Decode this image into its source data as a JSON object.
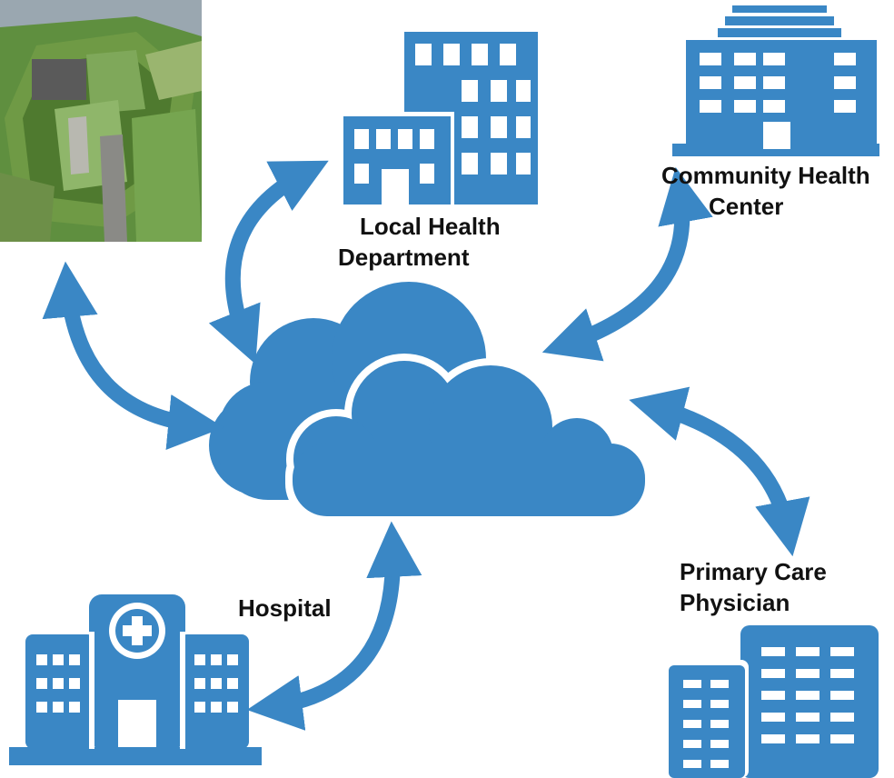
{
  "colors": {
    "primary_blue": "#3a87c5",
    "window_white": "#ffffff",
    "label_text": "#111111"
  },
  "photo": {
    "description_icon": "aerial-fort-photo"
  },
  "nodes": {
    "local_health_department": {
      "line1": "Local Health",
      "line2": "Department",
      "icon": "office-buildings-icon"
    },
    "community_health_center": {
      "line1": "Community Health",
      "line2": "Center",
      "icon": "building-icon"
    },
    "primary_care_physician": {
      "line1": "Primary Care",
      "line2": "Physician",
      "icon": "office-buildings-icon"
    },
    "hospital": {
      "line1": "Hospital",
      "icon": "hospital-icon"
    },
    "cloud": {
      "icon": "cloud-icon"
    }
  }
}
